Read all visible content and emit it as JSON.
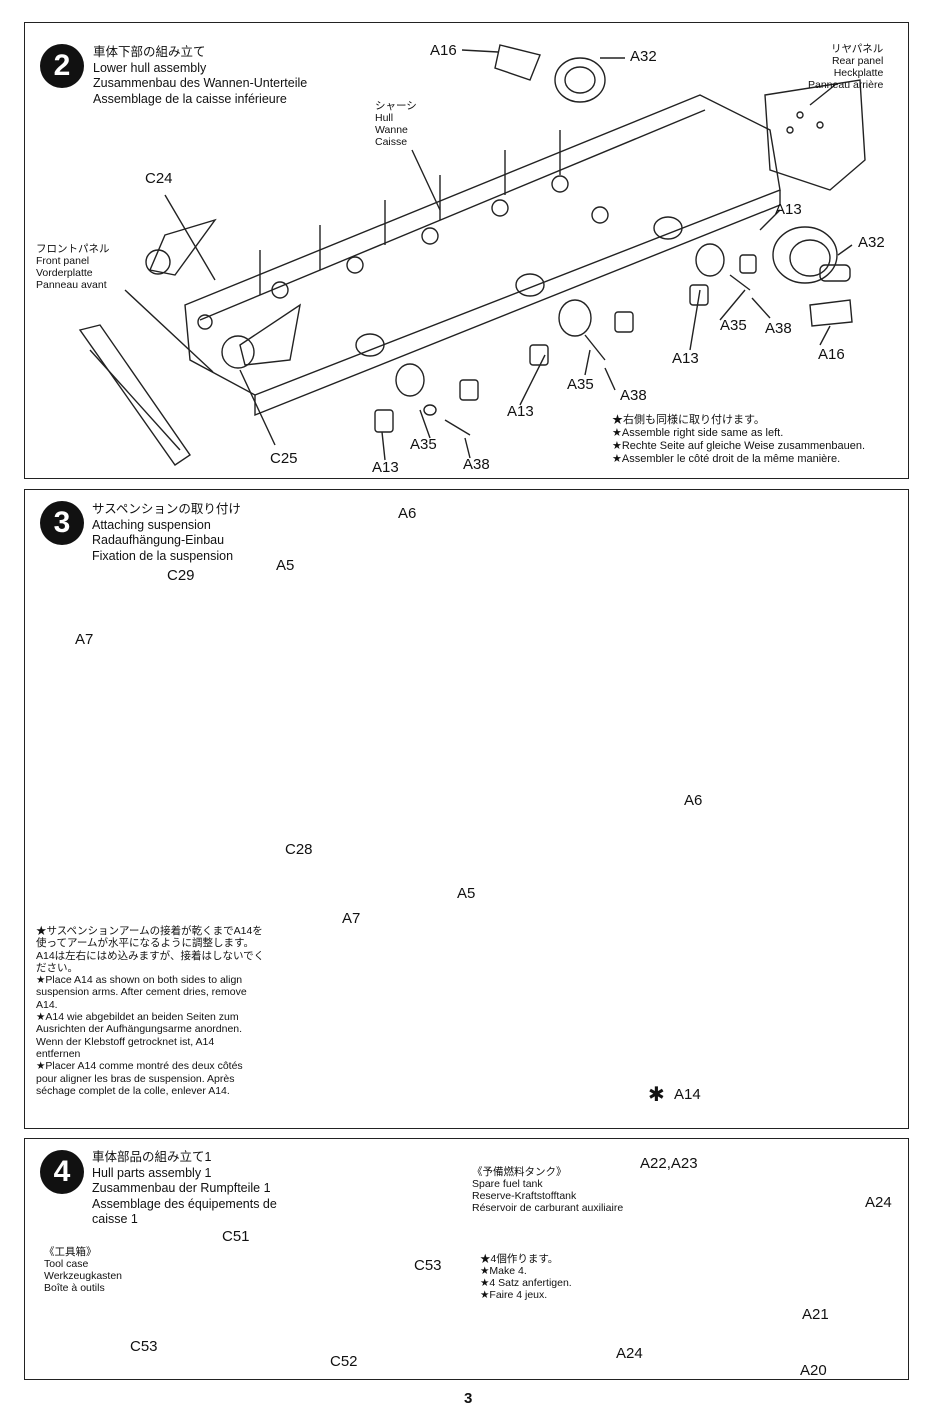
{
  "steps": [
    {
      "number": "2",
      "title_jp": "車体下部の組み立て",
      "title_en": "Lower hull assembly",
      "title_de": "Zusammenbau des Wannen-Unterteile",
      "title_fr": "Assemblage de la caisse inférieure",
      "labels": {
        "chassis": [
          "シャーシ",
          "Hull",
          "Wanne",
          "Caisse"
        ],
        "rear_panel": [
          "リヤパネル",
          "Rear panel",
          "Heckplatte",
          "Panneau arrière"
        ],
        "front_panel": [
          "フロントパネル",
          "Front panel",
          "Vorderplatte",
          "Panneau avant"
        ]
      },
      "parts": {
        "a16_top": "A16",
        "a32_top": "A32",
        "c24": "C24",
        "a13_right": "A13",
        "a32_right": "A32",
        "a35_right": "A35",
        "a38_right": "A38",
        "a16_bottom": "A16",
        "a13_mid": "A13",
        "a35_mid": "A35",
        "a38_mid": "A38",
        "a13_low": "A13",
        "c25": "C25",
        "a13_bottom": "A13",
        "a35_bottom": "A35",
        "a38_bottom": "A38"
      },
      "note": [
        "★右側も同様に取り付けます。",
        "★Assemble right side same as left.",
        "★Rechte Seite auf gleiche Weise zusammenbauen.",
        "★Assembler le côté droit de la même manière."
      ]
    },
    {
      "number": "3",
      "title_jp": "サスペンションの取り付け",
      "title_en": "Attaching suspension",
      "title_de": "Radaufhängung-Einbau",
      "title_fr": "Fixation de la suspension",
      "parts": {
        "a6_top": "A6",
        "c29": "C29",
        "a5_top": "A5",
        "a7_top": "A7",
        "a6_bottom": "A6",
        "c28": "C28",
        "a5_bottom": "A5",
        "a7_bottom": "A7",
        "a14": "A14"
      },
      "note": [
        "★サスペンションアームの接着が乾くまでA14を",
        "使ってアームが水平になるように調整します。",
        "A14は左右にはめ込みますが、接着はしないでく",
        "ださい。",
        "★Place A14 as shown on both sides to align",
        "suspension arms. After cement dries, remove",
        "A14.",
        "★A14 wie abgebildet an beiden Seiten zum",
        "Ausrichten der Aufhängungsarme anordnen.",
        "Wenn der Klebstoff getrocknet ist, A14",
        "entfernen",
        "★Placer A14 comme montré des deux côtés",
        "pour aligner les bras de suspension. Après",
        "séchage complet de la colle, enlever A14."
      ]
    },
    {
      "number": "4",
      "title_jp": "車体部品の組み立て1",
      "title_en": "Hull parts assembly 1",
      "title_de": "Zusammenbau der Rumpfteile 1",
      "title_fr": "Assemblage des équipements de",
      "title_fr2": "caisse 1",
      "tool_case": [
        "《工具箱》",
        "Tool case",
        "Werkzeugkasten",
        "Boîte à outils"
      ],
      "fuel_tank": [
        "《予備燃料タンク》",
        "Spare fuel tank",
        "Reserve-Kraftstofftank",
        "Réservoir de carburant auxiliaire"
      ],
      "make4": [
        "★4個作ります。",
        "★Make 4.",
        "★4 Satz anfertigen.",
        "★Faire 4 jeux."
      ],
      "parts": {
        "c51": "C51",
        "c53_top": "C53",
        "c53_bottom": "C53",
        "c52": "C52",
        "a22_a23": "A22,A23",
        "a24_top": "A24",
        "a21": "A21",
        "a24_bottom": "A24",
        "a20": "A20"
      }
    }
  ],
  "page_number": "3"
}
